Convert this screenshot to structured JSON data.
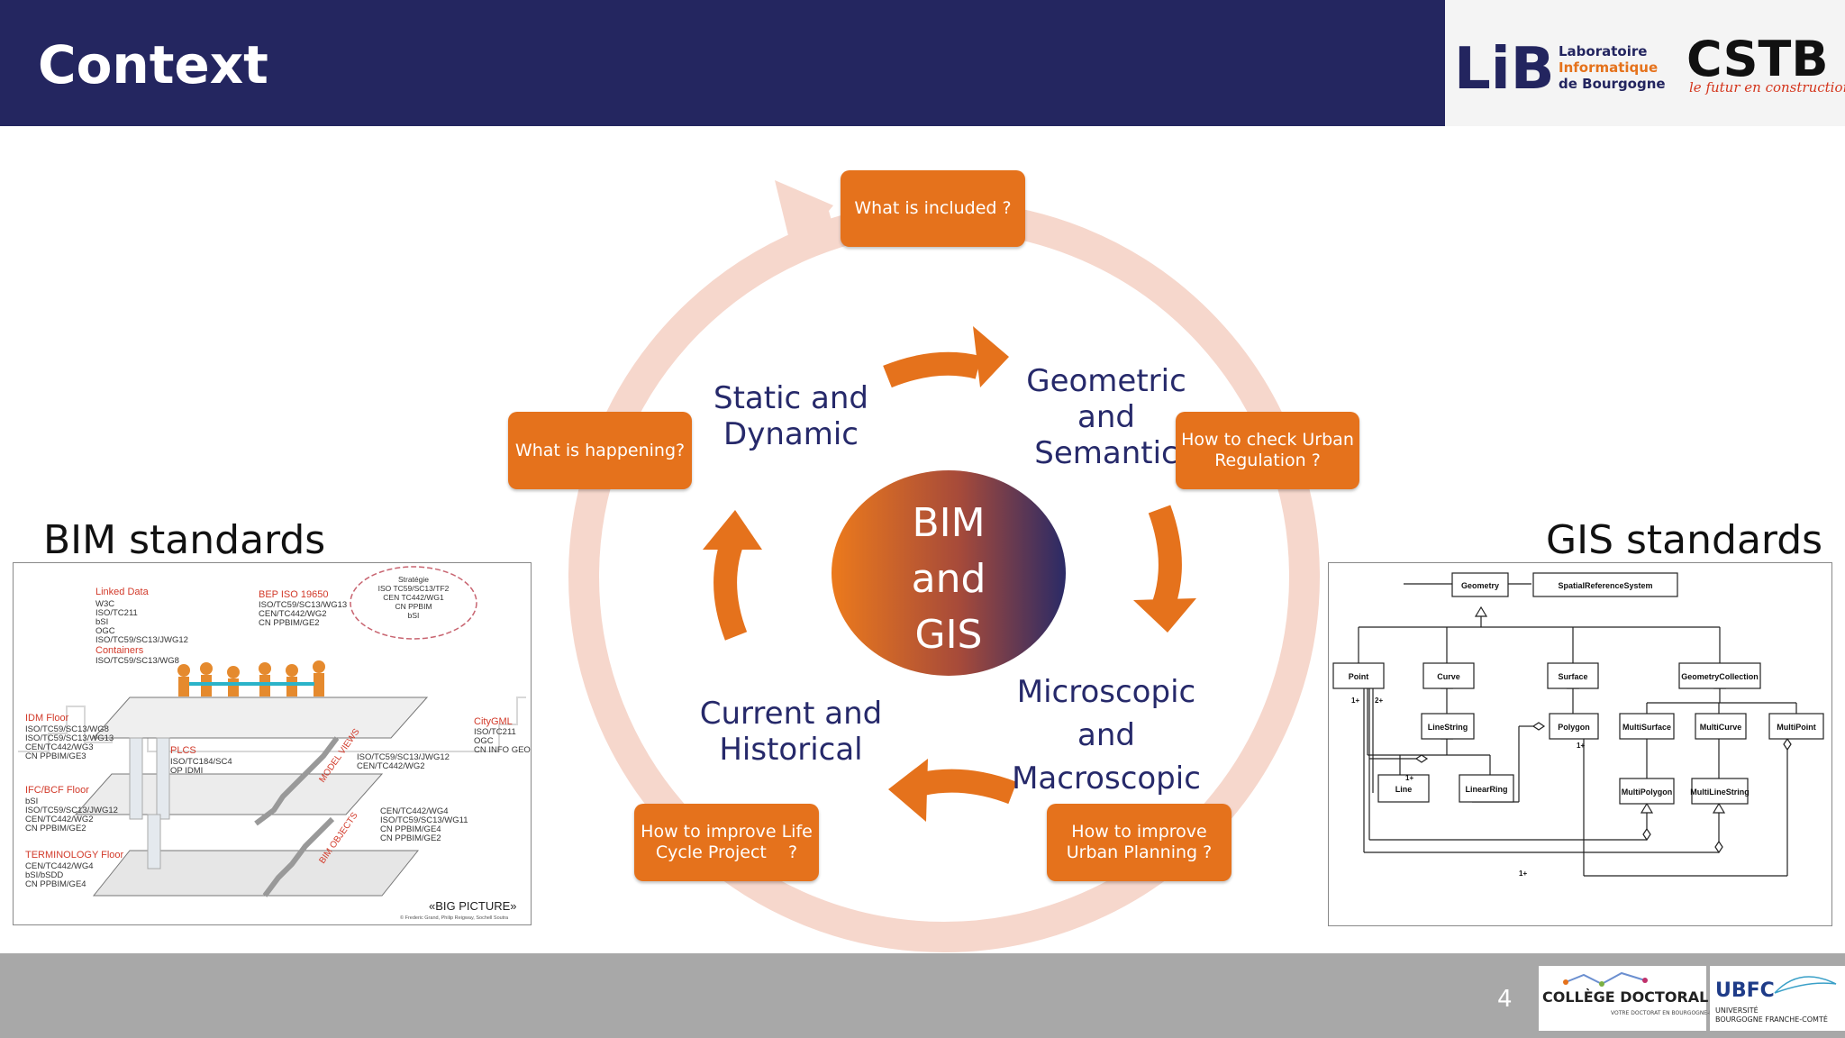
{
  "slide": {
    "title": "Context",
    "page_number": "4"
  },
  "logos": {
    "lib_mark": "LiB",
    "lib_line1": "Laboratoire",
    "lib_line2": "Informatique",
    "lib_line3": "de Bourgogne",
    "cstb_name": "CSTB",
    "cstb_tagline": "le futur en construction",
    "college_doctoral": "COLLÈGE DOCTORAL",
    "college_sub": "VOTRE DOCTORAT EN BOURGOGNE-FRANCHE-COMTÉ",
    "ubfc": "UBFC",
    "ubfc_sub1": "UNIVERSITÉ",
    "ubfc_sub2": "BOURGOGNE FRANCHE-COMTÉ"
  },
  "cycle": {
    "center": [
      "BIM",
      "and",
      "GIS"
    ],
    "labels": {
      "static": [
        "Static and",
        "Dynamic"
      ],
      "geometric": [
        "Geometric",
        "and",
        "Semantic"
      ],
      "micro": [
        "Microscopic",
        "and",
        "Macroscopic"
      ],
      "current": [
        "Current and",
        "Historical"
      ]
    },
    "questions": {
      "included": "What is included ?",
      "happening": "What is happening?",
      "regulation": [
        "How to check Urban",
        "Regulation ?"
      ],
      "planning": [
        "How to improve",
        "Urban Planning ?"
      ],
      "lifecycle": [
        "How to improve Life",
        "Cycle Project    ?"
      ]
    }
  },
  "bim": {
    "title": "BIM standards",
    "linked_data": "Linked Data",
    "linked_items": [
      "W3C",
      "ISO/TC211",
      "bSI",
      "OGC",
      "ISO/TC59/SC13/JWG12"
    ],
    "containers": "Containers",
    "containers_item": "ISO/TC59/SC13/WG8",
    "bep": "BEP ISO 19650",
    "bep_items": [
      "ISO/TC59/SC13/WG13",
      "CEN/TC442/WG2",
      "CN PPBIM/GE2"
    ],
    "strategie": [
      "Stratégie",
      "ISO TC59/SC13/TF2",
      "CEN TC442/WG1",
      "CN PPBIM",
      "bSI"
    ],
    "idm": "IDM Floor",
    "idm_items": [
      "ISO/TC59/SC13/WG8",
      "ISO/TC59/SC13/WG13",
      "CEN/TC442/WG3",
      "CN PPBIM/GE3"
    ],
    "plcs": "PLCS",
    "plcs_items": [
      "ISO/TC184/SC4",
      "OP IDMI"
    ],
    "citygml": "CityGML",
    "citygml_items": [
      "ISO/TC211",
      "OGC",
      "CN INFO GEO"
    ],
    "model_views": "MODEL VIEWS",
    "mv_items": [
      "ISO/TC59/SC13/JWG12",
      "CEN/TC442/WG2"
    ],
    "ifc": "IFC/BCF Floor",
    "ifc_items": [
      "bSI",
      "ISO/TC59/SC13/JWG12",
      "CEN/TC442/WG2",
      "CN PPBIM/GE2"
    ],
    "bim_objects": "BIM OBJECTS",
    "bo_items": [
      "CEN/TC442/WG4",
      "ISO/TC59/SC13/WG11",
      "CN PPBIM/GE4",
      "CN PPBIM/GE2"
    ],
    "terminology": "TERMINOLOGY Floor",
    "term_items": [
      "CEN/TC442/WG4",
      "bSI/bSDD",
      "CN PPBIM/GE4"
    ],
    "big_picture": "«BIG PICTURE»",
    "credit": "© Frederic Grand, Philip Reigway, Sochell Soutra"
  },
  "gis": {
    "title": "GIS standards",
    "classes": {
      "geometry": "Geometry",
      "srs": "SpatialReferenceSystem",
      "point": "Point",
      "curve": "Curve",
      "surface": "Surface",
      "collection": "GeometryCollection",
      "linestring": "LineString",
      "polygon": "Polygon",
      "multisurface": "MultiSurface",
      "multicurve": "MultiCurve",
      "multipoint": "MultiPoint",
      "line": "Line",
      "linearring": "LinearRing",
      "multipolygon": "MultiPolygon",
      "multilinestring": "MultiLineString"
    },
    "multiplicities": {
      "one_plus": "1+",
      "two_plus": "2+"
    }
  },
  "colors": {
    "header": "#242660",
    "accent": "#e5721c",
    "ring": "#f6d7cc",
    "label": "#26296a",
    "footer": "#a8a8a8"
  }
}
